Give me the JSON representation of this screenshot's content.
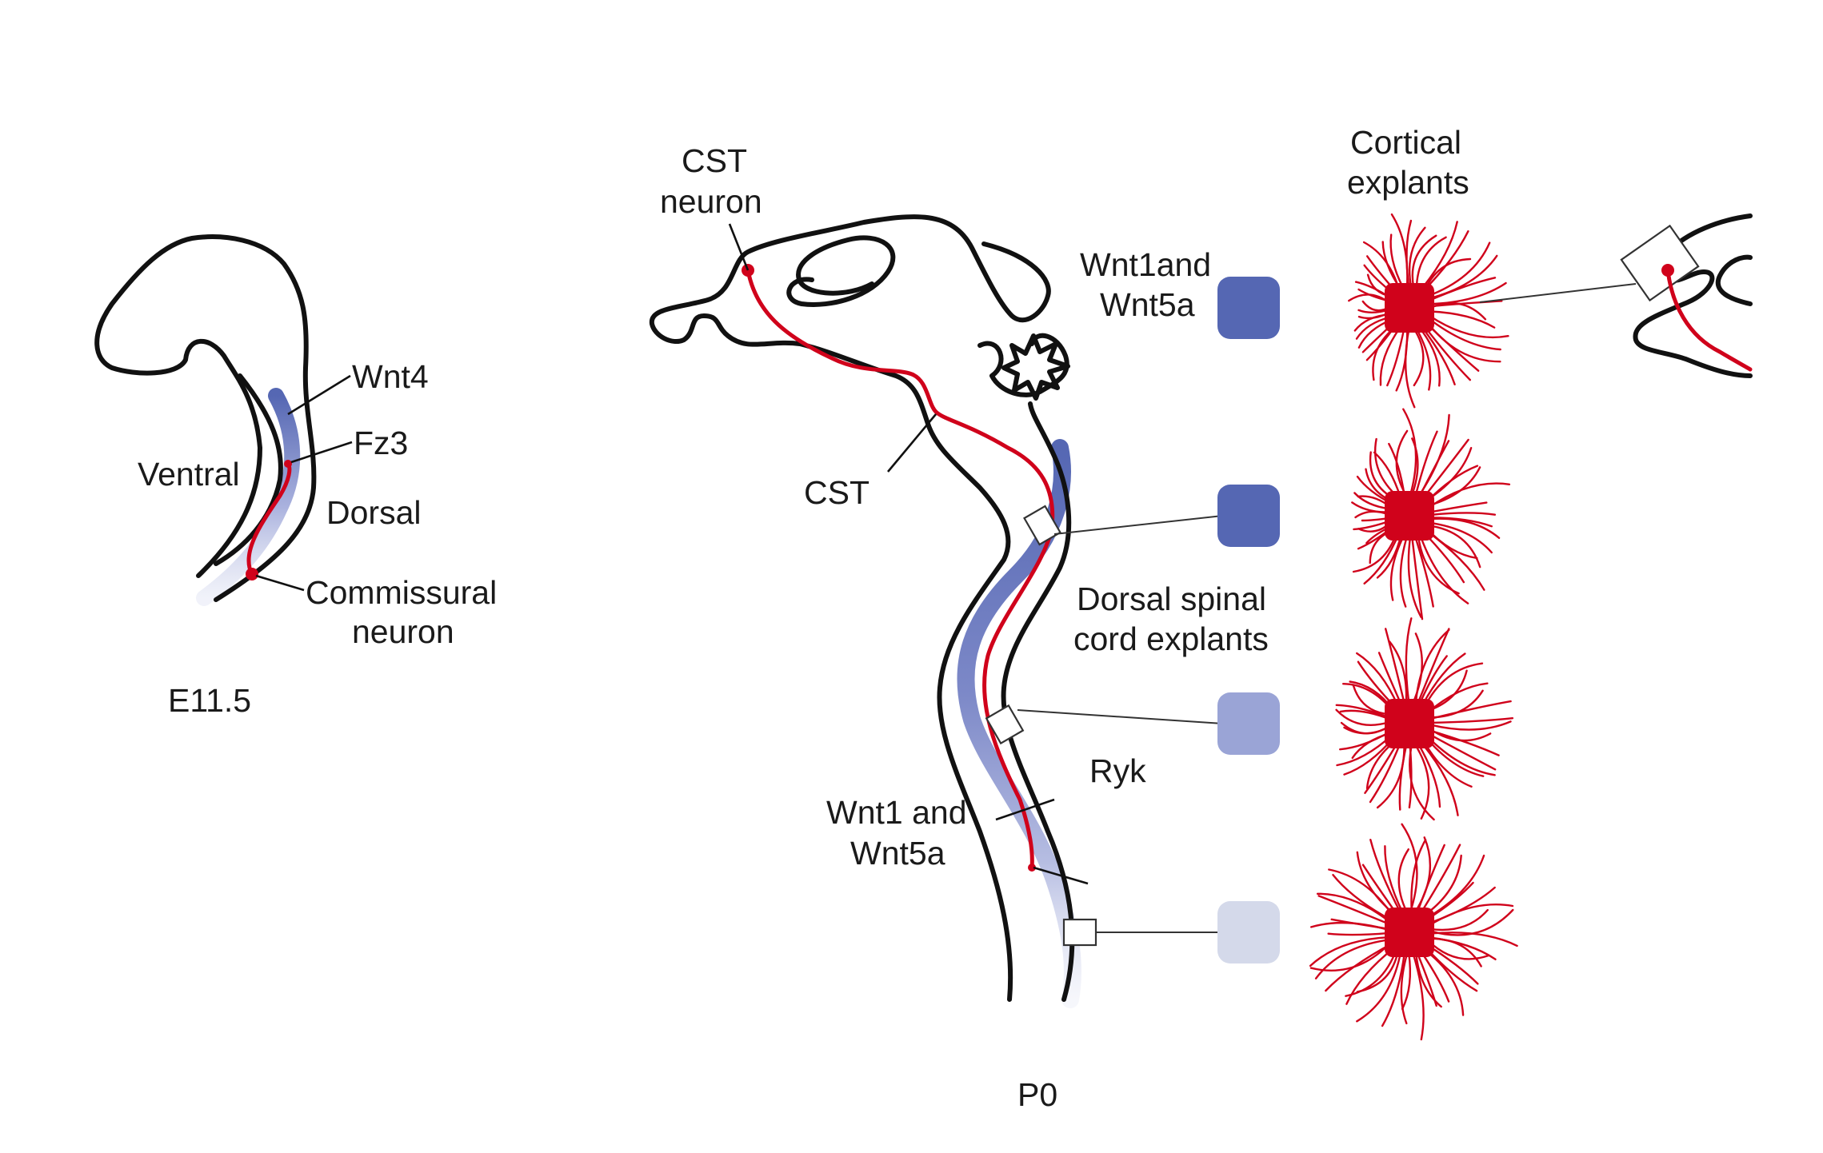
{
  "colors": {
    "axon": "#d0021b",
    "outline": "#111111",
    "wnt_gradient_strong": "#5567b3",
    "wnt_gradient_medium": "#9aa4d6",
    "wnt_gradient_weak": "#d4d9ea",
    "explant_body": "#d0021b"
  },
  "panel_e11": {
    "stage_label": "E11.5",
    "labels": {
      "wnt4": "Wnt4",
      "fz3": "Fz3",
      "ventral": "Ventral",
      "dorsal": "Dorsal",
      "commissural_line1": "Commissural",
      "commissural_line2": "neuron"
    }
  },
  "panel_p0": {
    "stage_label": "P0",
    "labels": {
      "cst_neuron_line1": "CST",
      "cst_neuron_line2": "neuron",
      "cst": "CST",
      "ryk": "Ryk",
      "wnt_cord_line1": "Wnt1 and",
      "wnt_cord_line2": "Wnt5a",
      "wnt_source_line1": "Wnt1and",
      "wnt_source_line2": "Wnt5a",
      "dorsal_explants_line1": "Dorsal spinal",
      "dorsal_explants_line2": "cord explants",
      "cortical_explants_line1": "Cortical",
      "cortical_explants_line2": "explants"
    },
    "spinal_explants": [
      {
        "level": "strong",
        "color": "#5567b3"
      },
      {
        "level": "strong",
        "color": "#5567b3"
      },
      {
        "level": "medium",
        "color": "#9aa4d6"
      },
      {
        "level": "weak",
        "color": "#d4d9ea"
      }
    ],
    "cortical_explants": [
      {
        "fiber_bias": "away-from-source"
      },
      {
        "fiber_bias": "away-from-source"
      },
      {
        "fiber_bias": "slight"
      },
      {
        "fiber_bias": "symmetric"
      }
    ]
  }
}
